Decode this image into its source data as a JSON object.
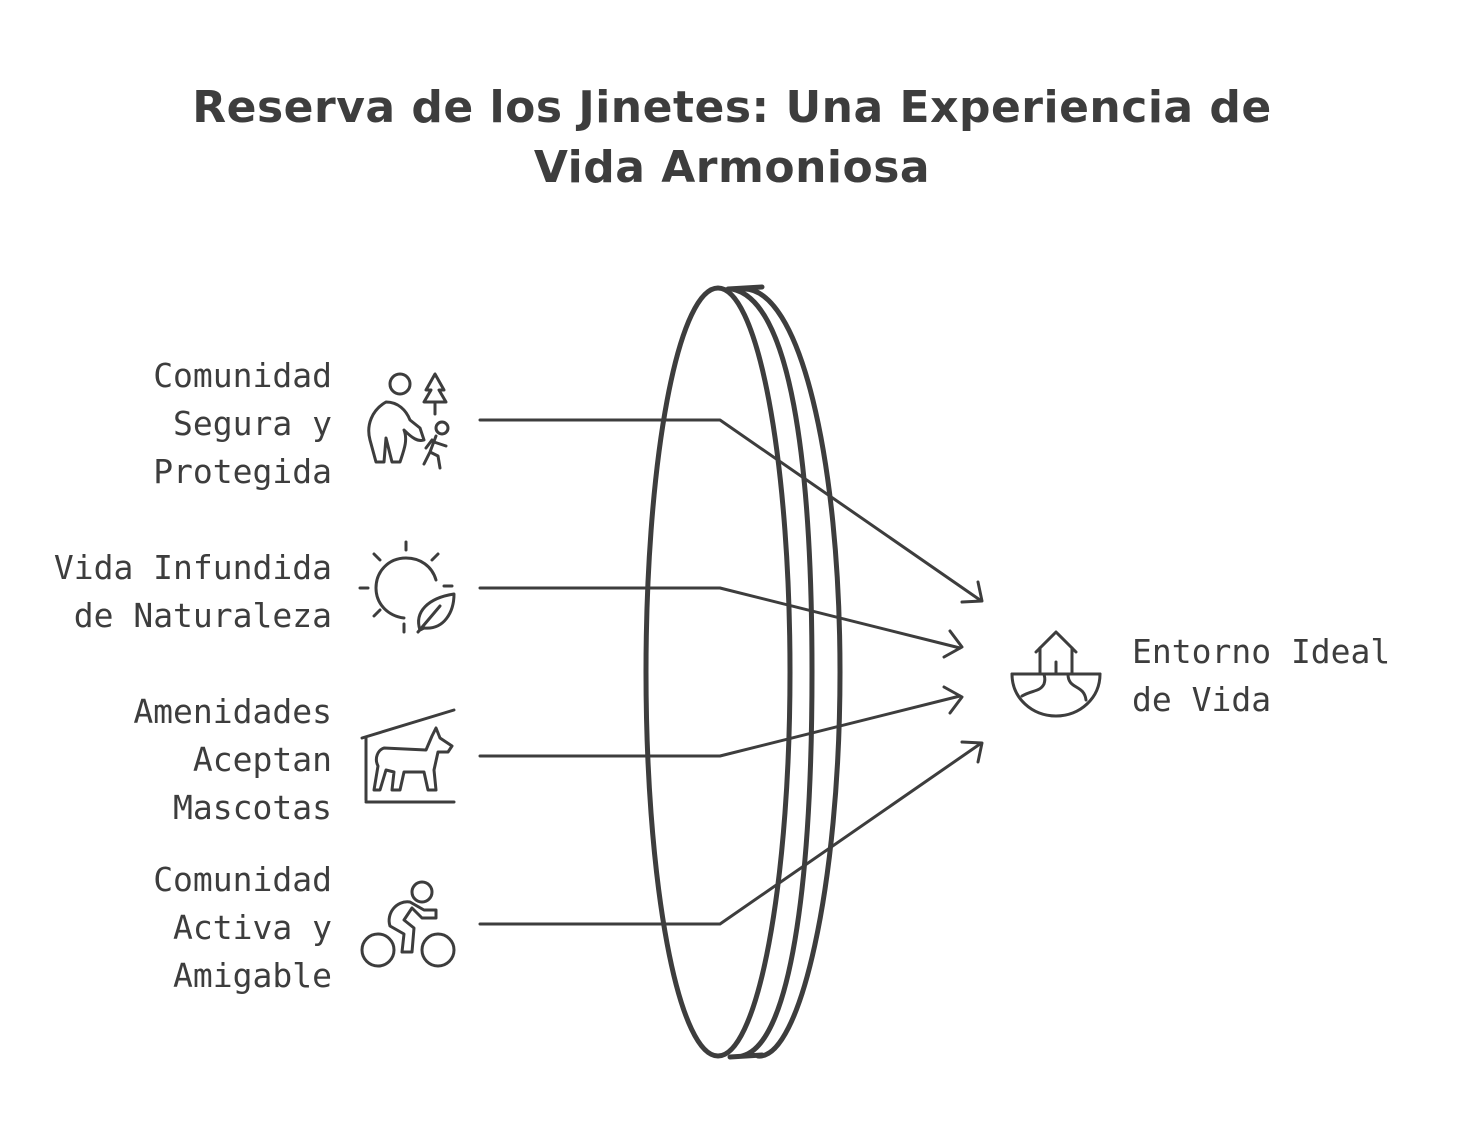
{
  "title": {
    "line1": "Reserva de los Jinetes: Una Experiencia de",
    "line2": "Vida Armoniosa"
  },
  "inputs": [
    {
      "lines": [
        "Comunidad",
        "Segura y",
        "Protegida"
      ],
      "icon": "family-nature-icon"
    },
    {
      "lines": [
        "Vida Infundida",
        "de Naturaleza"
      ],
      "icon": "sun-leaf-icon"
    },
    {
      "lines": [
        "Amenidades",
        "Aceptan",
        "Mascotas"
      ],
      "icon": "dog-shelter-icon"
    },
    {
      "lines": [
        "Comunidad",
        "Activa y",
        "Amigable"
      ],
      "icon": "cyclist-icon"
    }
  ],
  "output": {
    "lines": [
      "Entorno Ideal",
      "de Vida"
    ],
    "icon": "house-landscape-icon"
  },
  "colors": {
    "ink": "#3d3d3d",
    "background": "#ffffff"
  }
}
